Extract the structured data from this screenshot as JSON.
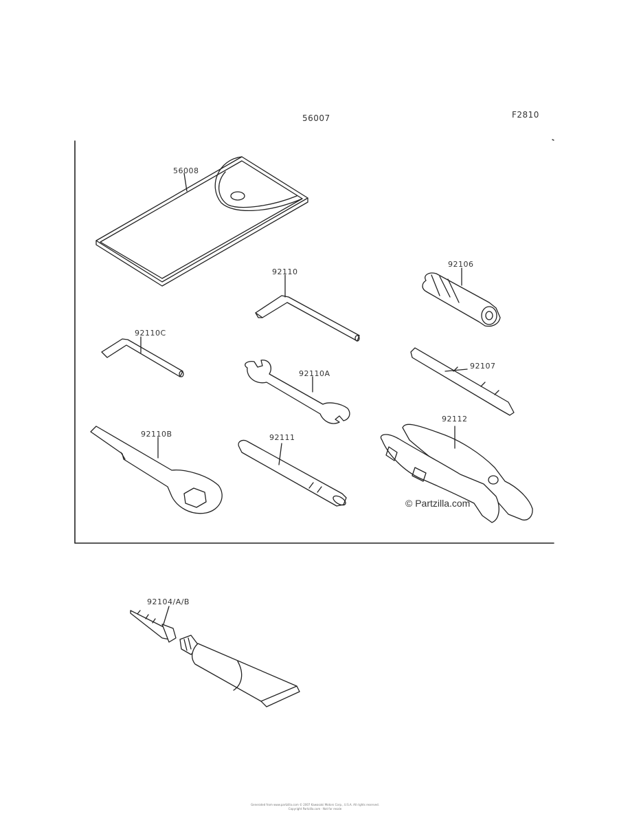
{
  "header": {
    "assembly_ref": "56007",
    "figure_code": "F2810"
  },
  "parts": {
    "p56008": "56008",
    "p92110": "92110",
    "p92106": "92106",
    "p92110C": "92110C",
    "p92110A": "92110A",
    "p92107": "92107",
    "p92110B": "92110B",
    "p92111": "92111",
    "p92112": "92112",
    "p92104": "92104/A/B"
  },
  "watermark": "© Partzilla.com",
  "footer": {
    "line1": "Generated from www.partzilla.com  ©  2007  Kawasaki Motors Corp., U.S.A.  All rights reserved.",
    "line2": "Copyright Partzilla.com  ·  Not for resale"
  }
}
